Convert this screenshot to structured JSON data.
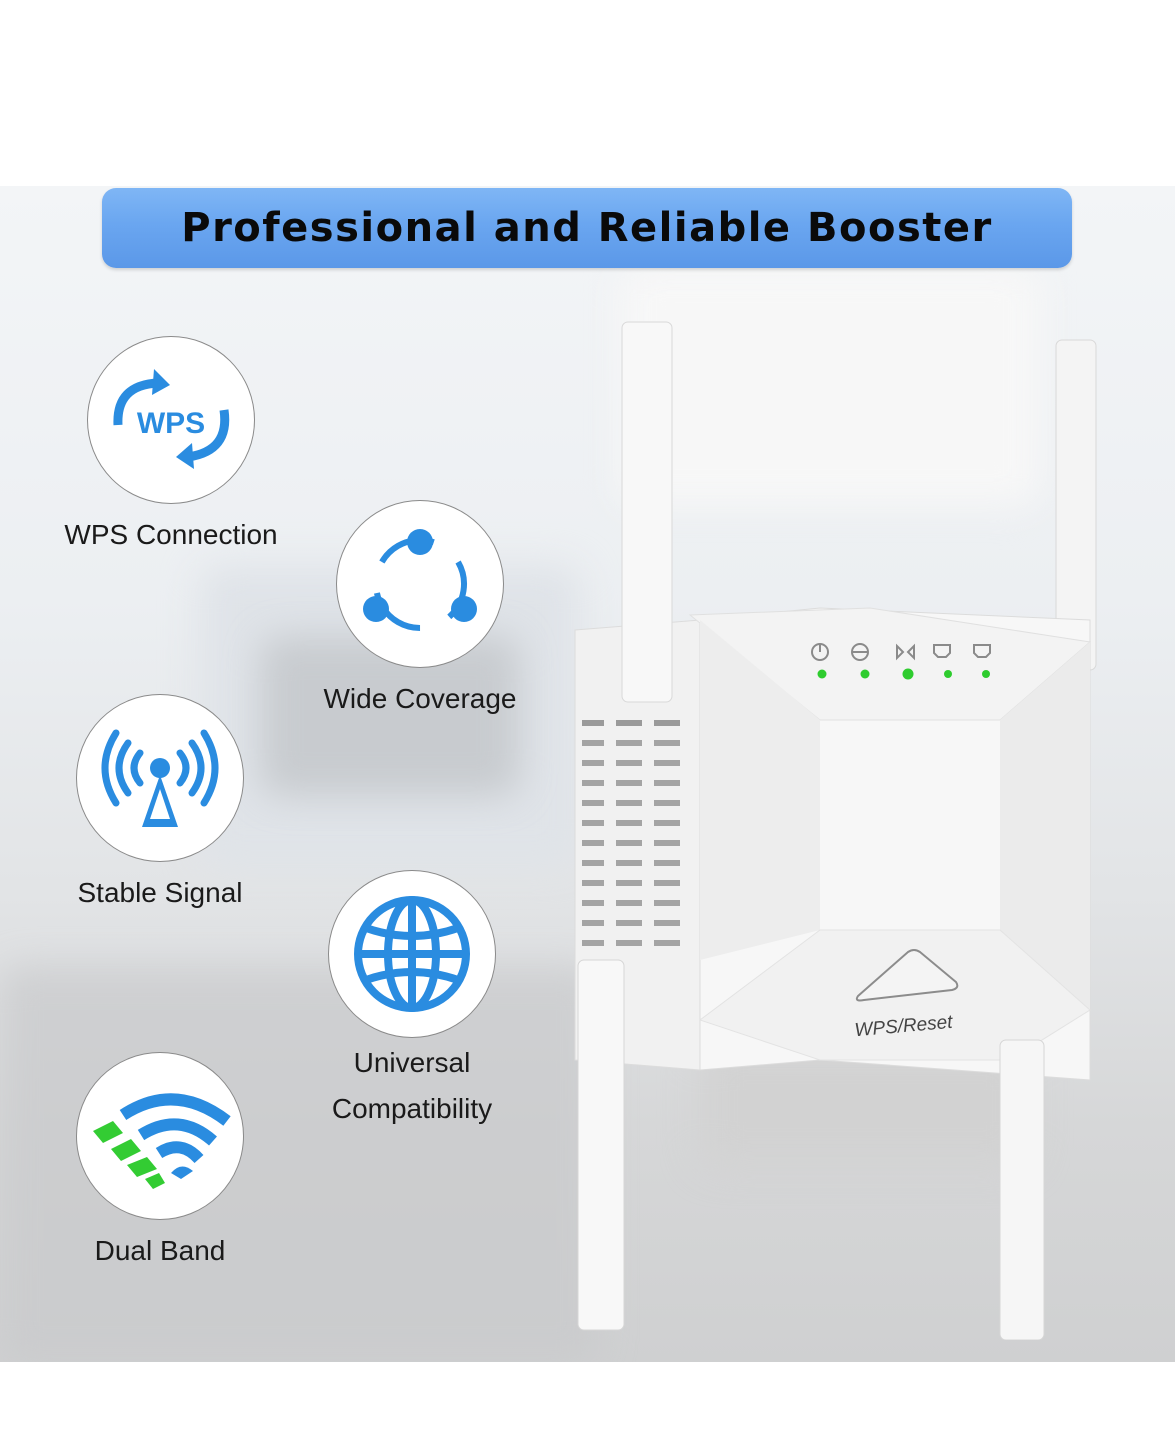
{
  "banner": {
    "title": "Professional and Reliable Booster",
    "color": "#6aa6f0"
  },
  "features": [
    {
      "label": "WPS Connection",
      "icon": "wps-arrows-icon",
      "icon_text": "WPS"
    },
    {
      "label": "Wide Coverage",
      "icon": "share-nodes-icon"
    },
    {
      "label": "Stable Signal",
      "icon": "antenna-tower-icon"
    },
    {
      "label": "Universal",
      "label2": "Compatibility",
      "icon": "globe-icon"
    },
    {
      "label": "Dual Band",
      "icon": "dual-wifi-icon"
    }
  ],
  "device": {
    "button_label": "WPS/Reset",
    "indicators": [
      "power-icon",
      "internet-icon",
      "wifi-icon",
      "lan1-icon",
      "lan2-icon"
    ],
    "led_color": "#2ecc2e"
  },
  "accent_blue": "#2a8ce0",
  "accent_green": "#33cc33"
}
